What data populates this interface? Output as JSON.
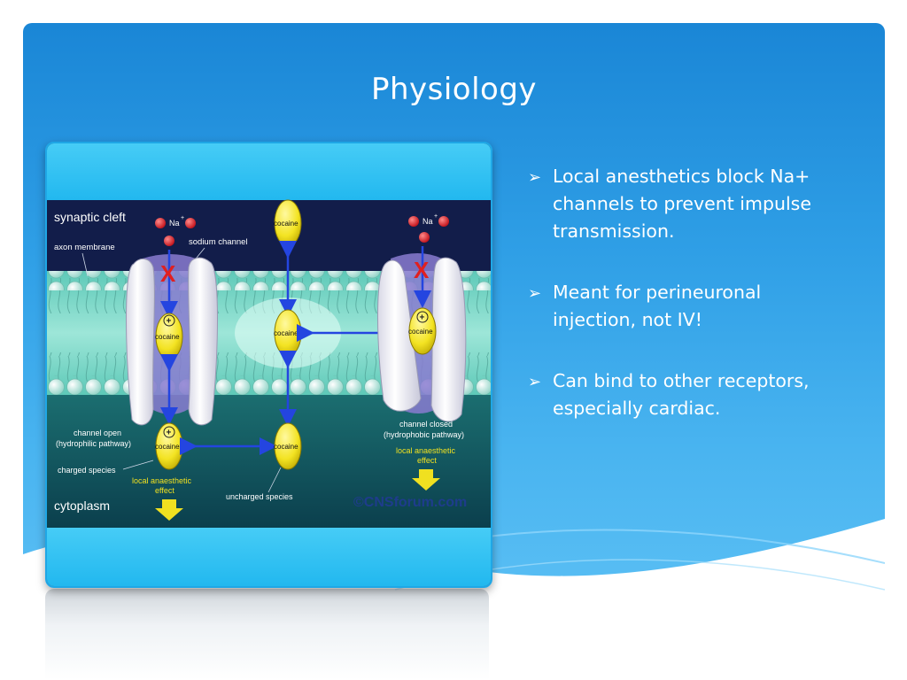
{
  "slide": {
    "title": "Physiology",
    "bullets": [
      "Local anesthetics block Na+ channels to prevent impulse transmission.",
      "Meant for perineuronal injection, not IV!",
      "Can bind to other receptors, especially cardiac."
    ],
    "bullet_icon": "arrow-bullet-icon"
  },
  "figure": {
    "labels": {
      "synaptic_cleft": "synaptic cleft",
      "axon_membrane": "axon membrane",
      "sodium_channel": "sodium channel",
      "na": "Na",
      "na_sup": "+",
      "cocaine": "cocaine",
      "plus": "+",
      "x_mark": "X",
      "channel_open_1": "channel open",
      "channel_open_2": "(hydrophilic pathway)",
      "charged_species": "charged species",
      "local_effect_1": "local anaesthetic",
      "local_effect_2": "effect",
      "uncharged_species": "uncharged species",
      "channel_closed_1": "channel closed",
      "channel_closed_2": "(hydrophobic pathway)",
      "cytoplasm": "cytoplasm",
      "copyright": "©CNSforum.com"
    },
    "colors": {
      "top_band": "#2ec4f4",
      "cleft_bg": "#121d4a",
      "membrane_bg": "#79d8c8",
      "cytoplasm_bg": "#0d4b55",
      "lipid_head": "#c8efe6",
      "channel_body": "#f4f4f8",
      "channel_pore": "#8a7bd0",
      "cocaine": "#f3e322",
      "arrow_blue": "#2445e0",
      "x_red": "#e02020",
      "effect_yellow": "#f0e020",
      "na_red": "#d8202a"
    }
  }
}
